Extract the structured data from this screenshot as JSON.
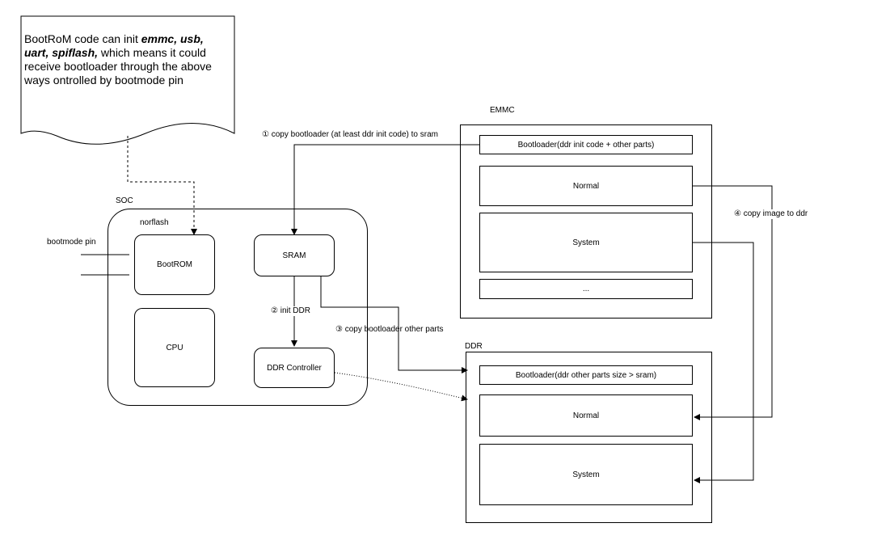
{
  "note": {
    "t1": "BootRoM code can init ",
    "b1": "emmc, usb,",
    "b2": "uart, spiflash,",
    "t2": " which means it could receive bootloader through the above ways ontrolled by bootmode pin"
  },
  "soc": {
    "title": "SOC",
    "norflash": "norflash",
    "bootmode_pin": "bootmode pin",
    "bootrom": "BootROM",
    "sram": "SRAM",
    "cpu": "CPU",
    "ddr_controller": "DDR Controller"
  },
  "emmc": {
    "title": "EMMC",
    "rows": [
      "Bootloader(ddr init code + other parts)",
      "Normal",
      "System",
      "..."
    ]
  },
  "ddr": {
    "title": "DDR",
    "rows": [
      "Bootloader(ddr other parts size > sram)",
      "Normal",
      "System"
    ]
  },
  "steps": {
    "s1": "① copy bootloader (at least ddr init code) to sram",
    "s2": "② init DDR",
    "s3": "③ copy bootloader other parts",
    "s4": "④ copy image to ddr"
  }
}
